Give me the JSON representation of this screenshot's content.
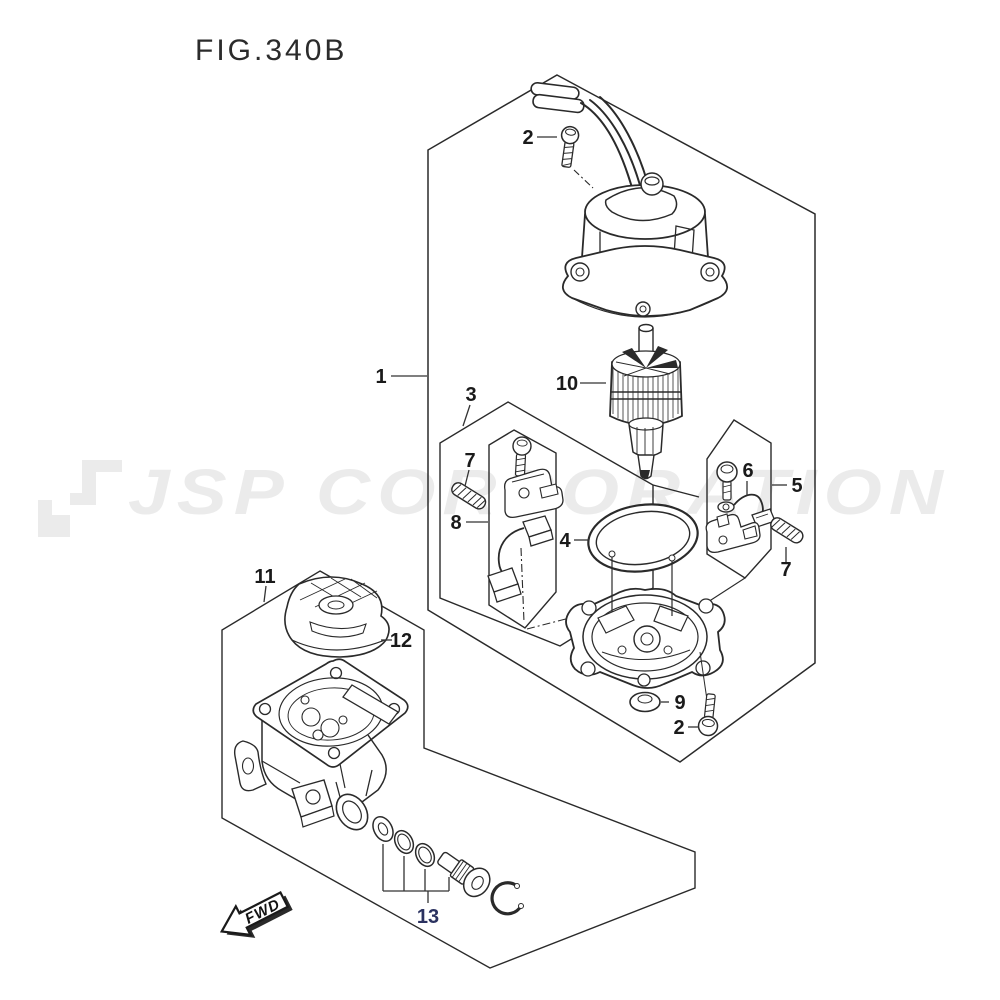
{
  "figure": {
    "title": "FIG.340B"
  },
  "watermark": {
    "text": "JSP CORPORATION"
  },
  "direction_arrow": {
    "label": "FWD"
  },
  "callouts": {
    "c1": "1",
    "c2_top": "2",
    "c3": "3",
    "c4": "4",
    "c5": "5",
    "c6": "6",
    "c7_left": "7",
    "c7_right": "7",
    "c8": "8",
    "c9": "9",
    "c10": "10",
    "c11": "11",
    "c12": "12",
    "c13": "13",
    "c2_bottom": "2"
  },
  "colors": {
    "background": "#ffffff",
    "line": "#2a2a2a",
    "label": "#1a1a1a",
    "label_13": "#2b3260",
    "watermark": "#ebebeb"
  }
}
